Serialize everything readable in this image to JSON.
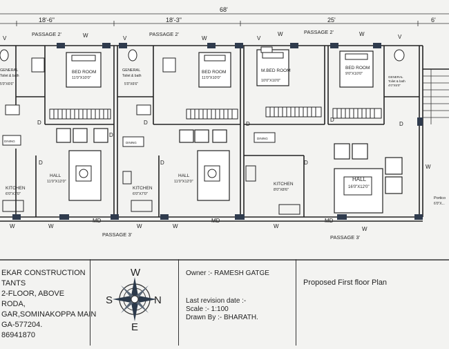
{
  "dimensions": {
    "total": "68'",
    "seg1": "18'-6\"",
    "seg2": "18'-3\"",
    "seg3": "25'",
    "seg4": "6'"
  },
  "passages": {
    "top1": "PASSAGE 2'",
    "top2": "PASSAGE 2'",
    "top3": "PASSAGE 2'",
    "bottom1": "PASSAGE 3'",
    "bottom2": "PASSAGE 3'"
  },
  "rooms": {
    "bed1": {
      "name": "BED ROOM",
      "size": "11'0\"X10'0\""
    },
    "bed2": {
      "name": "BED ROOM",
      "size": "11'0\"X10'0\""
    },
    "bed3": {
      "name": "M.BED ROOM",
      "size": "10'0\"X10'0\""
    },
    "bed4": {
      "name": "BED ROOM",
      "size": "9'0\"X10'0\""
    },
    "toilet1": {
      "name": "GENERAL",
      "line2": "Toilet & bath",
      "size": "5'0\"X6'6\""
    },
    "toilet2": {
      "name": "GENERAL",
      "line2": "Toilet & bath",
      "size": "5'0\"X6'6\""
    },
    "toilet3": {
      "name": "GENERAL",
      "line2": "Toilet & bath",
      "size": "4'0\"X5'0\""
    },
    "hall1": {
      "name": "HALL",
      "size": "11'0\"X12'0\""
    },
    "hall2": {
      "name": "HALL",
      "size": "11'0\"X12'0\""
    },
    "hall3": {
      "name": "HALL",
      "size": "16'0\"X12'0\""
    },
    "kitchen1": {
      "name": "KITCHEN",
      "size": "6'0\"X7'0\""
    },
    "kitchen2": {
      "name": "KITCHEN",
      "size": "6'0\"X7'0\""
    },
    "kitchen3": {
      "name": "KITCHEN",
      "size": "8'0\"X8'6\""
    },
    "dining": "DINING",
    "portico": {
      "name": "Portico",
      "size": "6'0\"X..."
    }
  },
  "marks": {
    "window": "W",
    "door": "D",
    "main_door": "MD",
    "ventilator": "V"
  },
  "compass": {
    "n": "N",
    "s": "S",
    "e": "E",
    "w": "W"
  },
  "titleblock": {
    "company": [
      "EKAR CONSTRUCTION",
      "TANTS",
      "2-FLOOR, ABOVE",
      "RODA,",
      "GAR,SOMINAKOPPA MAIN",
      "GA-577204.",
      "86941870"
    ],
    "owner": "Owner :- RAMESH GATGE",
    "revision": "Last revision date :-",
    "scale": "Scale :- 1:100",
    "drawn_by": "Drawn By :- BHARATH.",
    "title": "Proposed First floor Plan"
  }
}
